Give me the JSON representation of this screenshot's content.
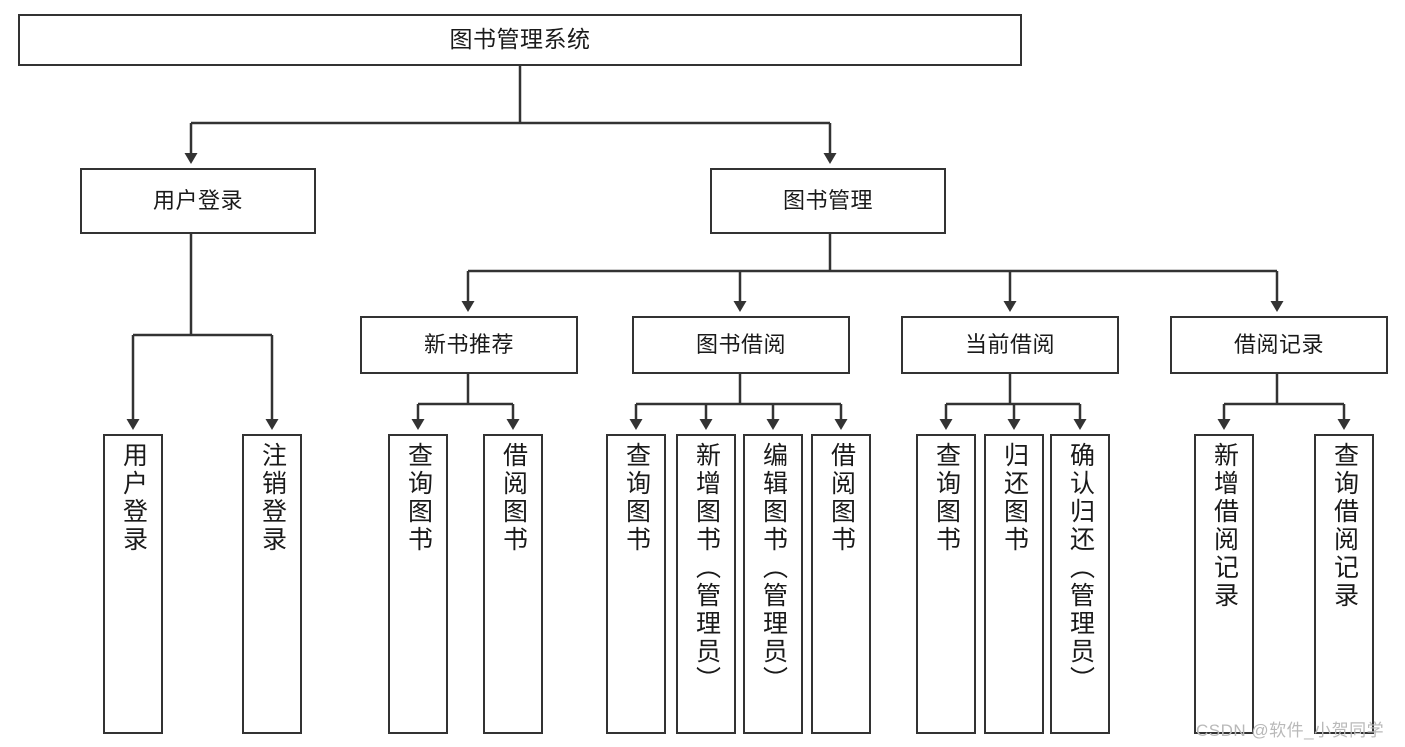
{
  "diagram": {
    "title": "图书管理系统",
    "type": "tree-hierarchy-chart",
    "root": {
      "label": "图书管理系统",
      "orientation": "horizontal"
    },
    "level2": [
      {
        "label": "用户登录",
        "orientation": "horizontal"
      },
      {
        "label": "图书管理",
        "orientation": "horizontal"
      }
    ],
    "level3": [
      {
        "label": "新书推荐",
        "orientation": "horizontal"
      },
      {
        "label": "图书借阅",
        "orientation": "horizontal"
      },
      {
        "label": "当前借阅",
        "orientation": "horizontal"
      },
      {
        "label": "借阅记录",
        "orientation": "horizontal"
      }
    ],
    "leaves": {
      "user_login": [
        {
          "label": "用户登录"
        },
        {
          "label": "注销登录"
        }
      ],
      "new_book_recommend": [
        {
          "label": "查询图书"
        },
        {
          "label": "借阅图书"
        }
      ],
      "book_borrow": [
        {
          "label": "查询图书"
        },
        {
          "label": "新增图书（管理员）"
        },
        {
          "label": "编辑图书（管理员）"
        },
        {
          "label": "借阅图书"
        }
      ],
      "current_borrow": [
        {
          "label": "查询图书"
        },
        {
          "label": "归还图书"
        },
        {
          "label": "确认归还（管理员）"
        }
      ],
      "borrow_record": [
        {
          "label": "新增借阅记录"
        },
        {
          "label": "查询借阅记录"
        }
      ]
    },
    "colors": {
      "stroke": "#333333",
      "fill": "#ffffff",
      "text": "#1a1a1a",
      "watermark": "#b9b9b9"
    }
  },
  "watermark": {
    "text": "CSDN @软件_小贺同学"
  }
}
